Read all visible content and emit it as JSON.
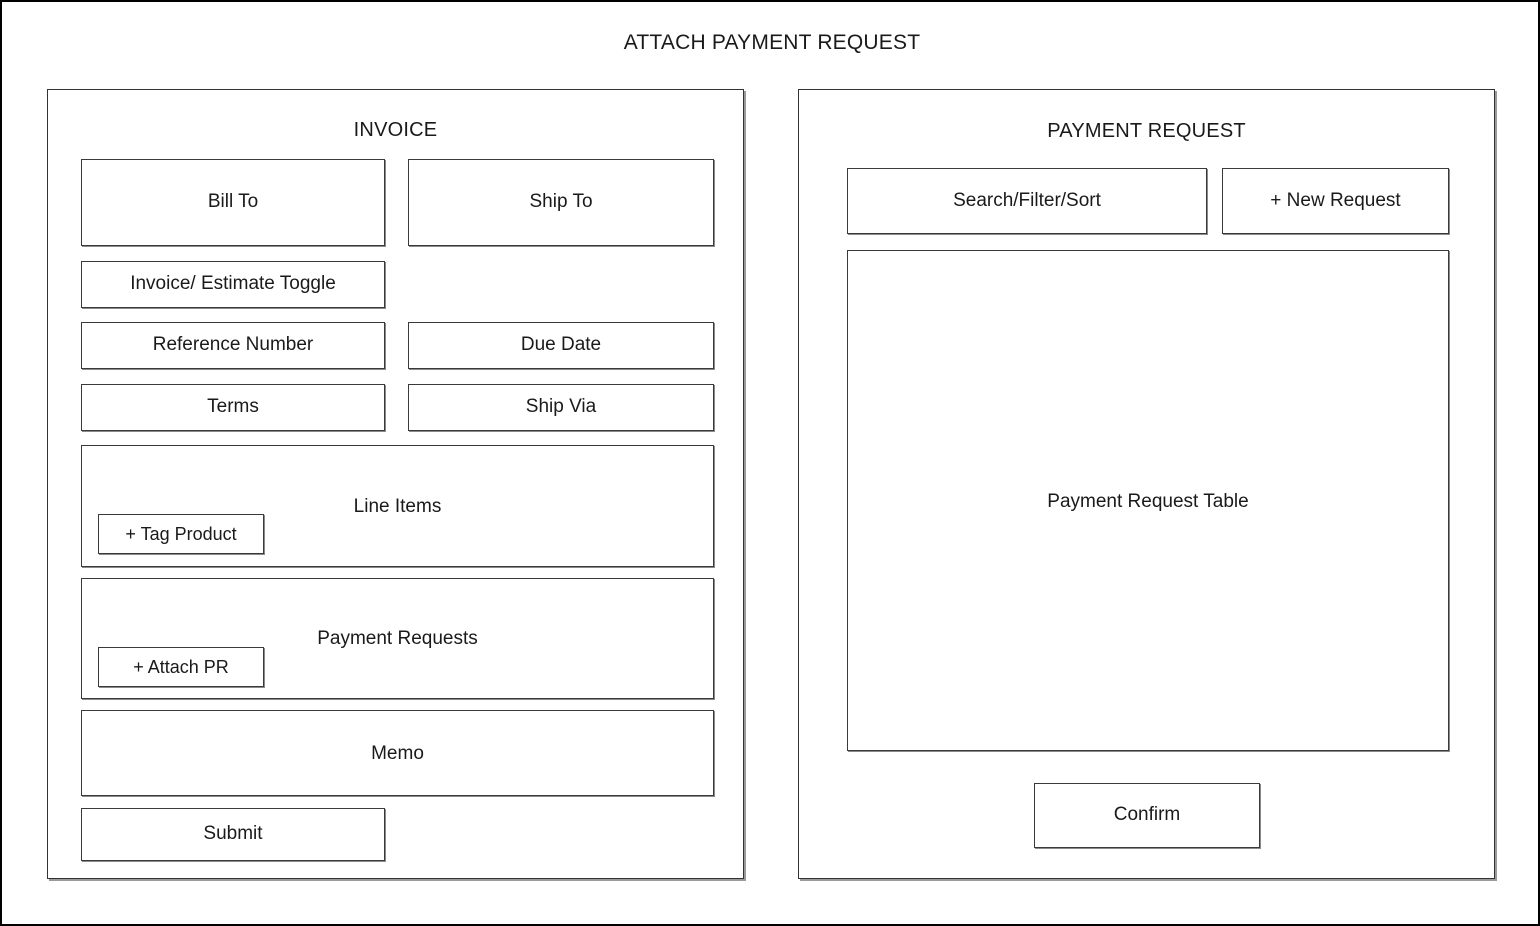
{
  "screen": {
    "title": "ATTACH PAYMENT REQUEST",
    "background_color": "#ffffff",
    "outline_color": "#000000",
    "box_border_color": "#3a3a3a",
    "box_shadow_color": "#8a8a8a",
    "text_color": "#1a1a1a"
  },
  "invoice_panel": {
    "title": "INVOICE",
    "fields": [
      {
        "label": "Bill To"
      },
      {
        "label": "Ship To"
      },
      {
        "label": "Invoice/ Estimate Toggle"
      },
      {
        "label": "Reference Number"
      },
      {
        "label": "Due Date"
      },
      {
        "label": "Terms"
      },
      {
        "label": "Ship Via"
      }
    ],
    "line_items": {
      "label": "Line Items",
      "button": "+ Tag Product"
    },
    "payment_requests": {
      "label": "Payment Requests",
      "button": "+ Attach PR"
    },
    "memo": {
      "label": "Memo"
    },
    "submit": {
      "label": "Submit"
    }
  },
  "payment_request_panel": {
    "title": "PAYMENT REQUEST",
    "toolbar": [
      {
        "label": "Search/Filter/Sort"
      },
      {
        "label": "+ New Request"
      }
    ],
    "table": {
      "label": "Payment Request Table"
    },
    "confirm": {
      "label": "Confirm"
    }
  }
}
